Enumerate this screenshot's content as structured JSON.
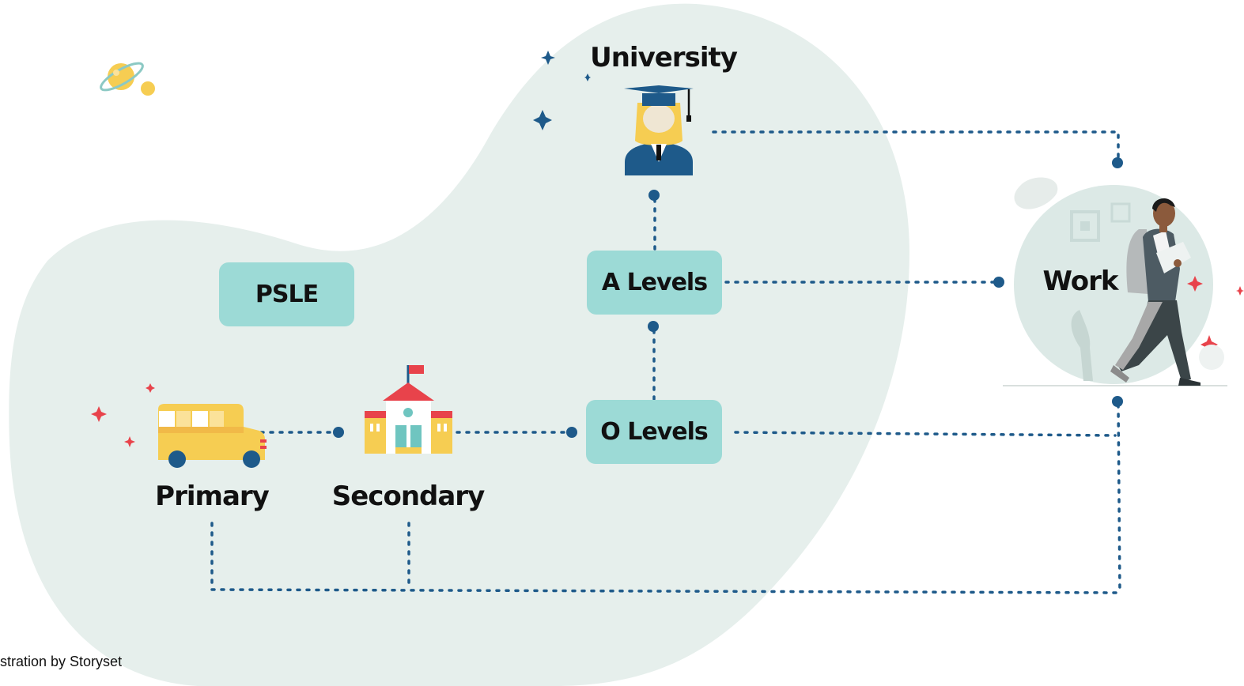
{
  "nodes": {
    "university": "University",
    "a_levels": "A Levels",
    "o_levels": "O Levels",
    "psle": "PSLE",
    "primary": "Primary",
    "secondary": "Secondary",
    "work": "Work"
  },
  "credit": "stration by Storyset",
  "colors": {
    "blob": "#e6efec",
    "box": "#9cdad6",
    "connector": "#1e5a8a",
    "text": "#111111",
    "accent_red": "#e8434b",
    "accent_yellow": "#f6cd52"
  },
  "icons": {
    "university": "graduate-icon",
    "primary": "school-bus-icon",
    "secondary": "school-building-icon",
    "work": "walking-worker-icon",
    "decor": "planet-icon"
  }
}
